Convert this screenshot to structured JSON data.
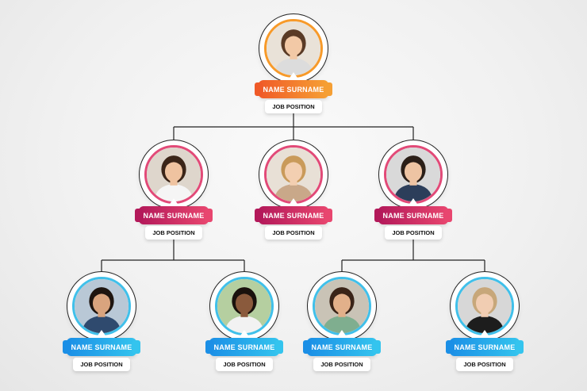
{
  "org_chart": {
    "connector_color": "#222222",
    "tier_colors": {
      "top": "#f47b2e",
      "middle": "#d8336a",
      "bottom": "#2aaae9"
    },
    "nodes": [
      {
        "name": "NAME SURNAME",
        "position": "JOB POSITION",
        "avatar": "woman-brown-hair-photo",
        "skin": "#f2c9a6",
        "hair": "#5a3b26",
        "shirt": "#dcdcdc",
        "bg": "#e9e2d8"
      },
      {
        "name": "NAME SURNAME",
        "position": "JOB POSITION",
        "avatar": "woman-dark-hair-photo",
        "skin": "#efc3a0",
        "hair": "#3b2518",
        "shirt": "#f5f5f5",
        "bg": "#ded6cc"
      },
      {
        "name": "NAME SURNAME",
        "position": "JOB POSITION",
        "avatar": "woman-blonde-photo",
        "skin": "#f3cfb1",
        "hair": "#c99a5a",
        "shirt": "#c9a889",
        "bg": "#e8e0d6"
      },
      {
        "name": "NAME SURNAME",
        "position": "JOB POSITION",
        "avatar": "man-suit-photo",
        "skin": "#eec4a3",
        "hair": "#2b1f18",
        "shirt": "#2c3e5a",
        "bg": "#d9d9d9"
      },
      {
        "name": "NAME SURNAME",
        "position": "JOB POSITION",
        "avatar": "man-smiling-photo",
        "skin": "#d9a47e",
        "hair": "#1e1510",
        "shirt": "#2f4a6e",
        "bg": "#b9c8d6"
      },
      {
        "name": "NAME SURNAME",
        "position": "JOB POSITION",
        "avatar": "woman-curly-hair-photo",
        "skin": "#8a5a3c",
        "hair": "#1a120d",
        "shirt": "#f2f2f2",
        "bg": "#b5cfa0"
      },
      {
        "name": "NAME SURNAME",
        "position": "JOB POSITION",
        "avatar": "woman-long-hair-photo",
        "skin": "#e2b08a",
        "hair": "#3a2418",
        "shirt": "#7fae8f",
        "bg": "#c9c3b6"
      },
      {
        "name": "NAME SURNAME",
        "position": "JOB POSITION",
        "avatar": "woman-black-top-photo",
        "skin": "#f1cdb2",
        "hair": "#c7a77a",
        "shirt": "#1d1d1d",
        "bg": "#d7d7d7"
      }
    ]
  }
}
